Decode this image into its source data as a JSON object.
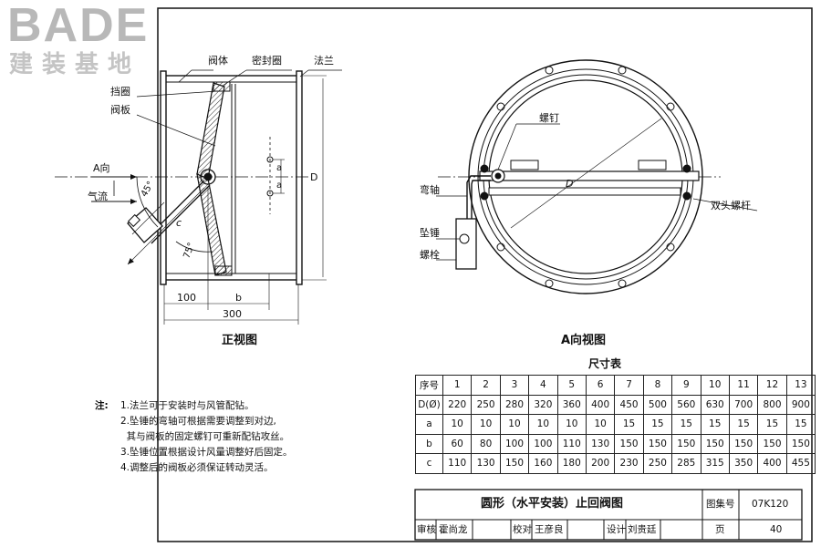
{
  "logo": {
    "brand": "BADE",
    "subtitle": "建装基地"
  },
  "front_view": {
    "title": "正视图",
    "labels": {
      "body": "阀体",
      "seal": "密封圈",
      "flange": "法兰",
      "stop_ring": "挡圈",
      "valve_plate": "阀板",
      "a_direction": "A向",
      "airflow": "气流",
      "angle_45": "45°",
      "angle_75": "75°",
      "dim_c": "c",
      "dim_a1": "a",
      "dim_a2": "a",
      "dim_D": "D",
      "dim_100": "100",
      "dim_b": "b",
      "dim_300": "300"
    }
  },
  "a_view": {
    "title": "A向视图",
    "labels": {
      "screw": "螺钉",
      "bent_shaft": "弯轴",
      "weight": "坠锤",
      "bolt": "螺栓",
      "stud": "双头螺杆",
      "dim_D": "D"
    }
  },
  "dim_table": {
    "title": "尺寸表",
    "header": [
      "序号",
      "1",
      "2",
      "3",
      "4",
      "5",
      "6",
      "7",
      "8",
      "9",
      "10",
      "11",
      "12",
      "13"
    ],
    "rows": [
      [
        "D(Ø)",
        "220",
        "250",
        "280",
        "320",
        "360",
        "400",
        "450",
        "500",
        "560",
        "630",
        "700",
        "800",
        "900"
      ],
      [
        "a",
        "10",
        "10",
        "10",
        "10",
        "10",
        "10",
        "15",
        "15",
        "15",
        "15",
        "15",
        "15",
        "15"
      ],
      [
        "b",
        "60",
        "80",
        "100",
        "100",
        "110",
        "130",
        "150",
        "150",
        "150",
        "150",
        "150",
        "150",
        "150"
      ],
      [
        "c",
        "110",
        "130",
        "150",
        "160",
        "180",
        "200",
        "230",
        "250",
        "285",
        "315",
        "350",
        "400",
        "455"
      ]
    ]
  },
  "notes": {
    "lead": "注:",
    "items": [
      "1.法兰可于安装时与风管配钻。",
      "2.坠锤的弯轴可根据需要调整到对边,",
      "  其与阀板的固定螺钉可重新配钻攻丝。",
      "3.坠锤位置根据设计风量调整好后固定。",
      "4.调整后的阀板必须保证转动灵活。"
    ]
  },
  "title_block": {
    "drawing_title": "圆形（水平安装）止回阀图",
    "atlas_label": "图集号",
    "atlas_no": "07K120",
    "review_label": "审核",
    "reviewer": "霍尚龙",
    "check_label": "校对",
    "checker": "王彦良",
    "design_label": "设计",
    "designer": "刘贵廷",
    "page_label": "页",
    "page_no": "40"
  }
}
